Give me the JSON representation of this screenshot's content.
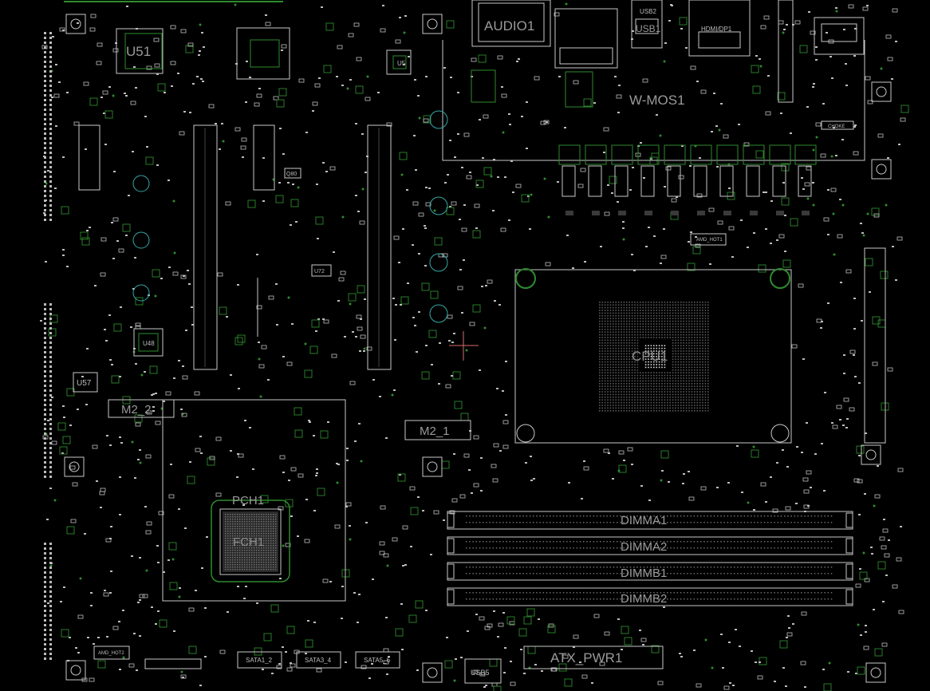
{
  "board": {
    "colors": {
      "background": "#000000",
      "outline": "#c8c8c8",
      "copper": "#2e8b2e",
      "label": "#9a9a9a"
    },
    "components": {
      "audio": "AUDIO1",
      "usb_top": "USB2",
      "usb_top_sub": "USB1",
      "hdmi": "HDMI/DP1",
      "vrm": "W-MOS1",
      "u51": "U51",
      "u5": "U5",
      "u48": "U48",
      "u57": "U57",
      "u72": "U72",
      "q80": "Q80",
      "pch_top": "PCH1",
      "pch_inner": "FCH1",
      "m2_2": "M2_2",
      "m2_1": "M2_1",
      "cpu": "CPU1",
      "dimm_a1": "DIMMA1",
      "dimm_a2": "DIMMA2",
      "dimm_b1": "DIMMB1",
      "dimm_b2": "DIMMB2",
      "atx_pwr": "ATX_PWR1",
      "sata_1_2": "SATA1_2",
      "sata_3_4": "SATA3_4",
      "sata_5_6": "SATA5_6",
      "usb_bottom": "USB5",
      "amd_hot1": "AMD_HOT1",
      "amd_hot2": "AMD_HOT2",
      "choke": "CHOKE"
    }
  }
}
